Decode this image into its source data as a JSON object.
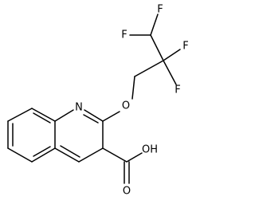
{
  "molecule": {
    "atom_labels": [
      {
        "id": "F_top",
        "text": "F"
      },
      {
        "id": "F_left",
        "text": "F"
      },
      {
        "id": "F_right",
        "text": "F"
      },
      {
        "id": "F_lower",
        "text": "F"
      },
      {
        "id": "N_ring",
        "text": "N"
      },
      {
        "id": "O_ether",
        "text": "O"
      },
      {
        "id": "OH_acid",
        "text": "OH"
      },
      {
        "id": "O_carbonyl",
        "text": "O"
      }
    ]
  }
}
